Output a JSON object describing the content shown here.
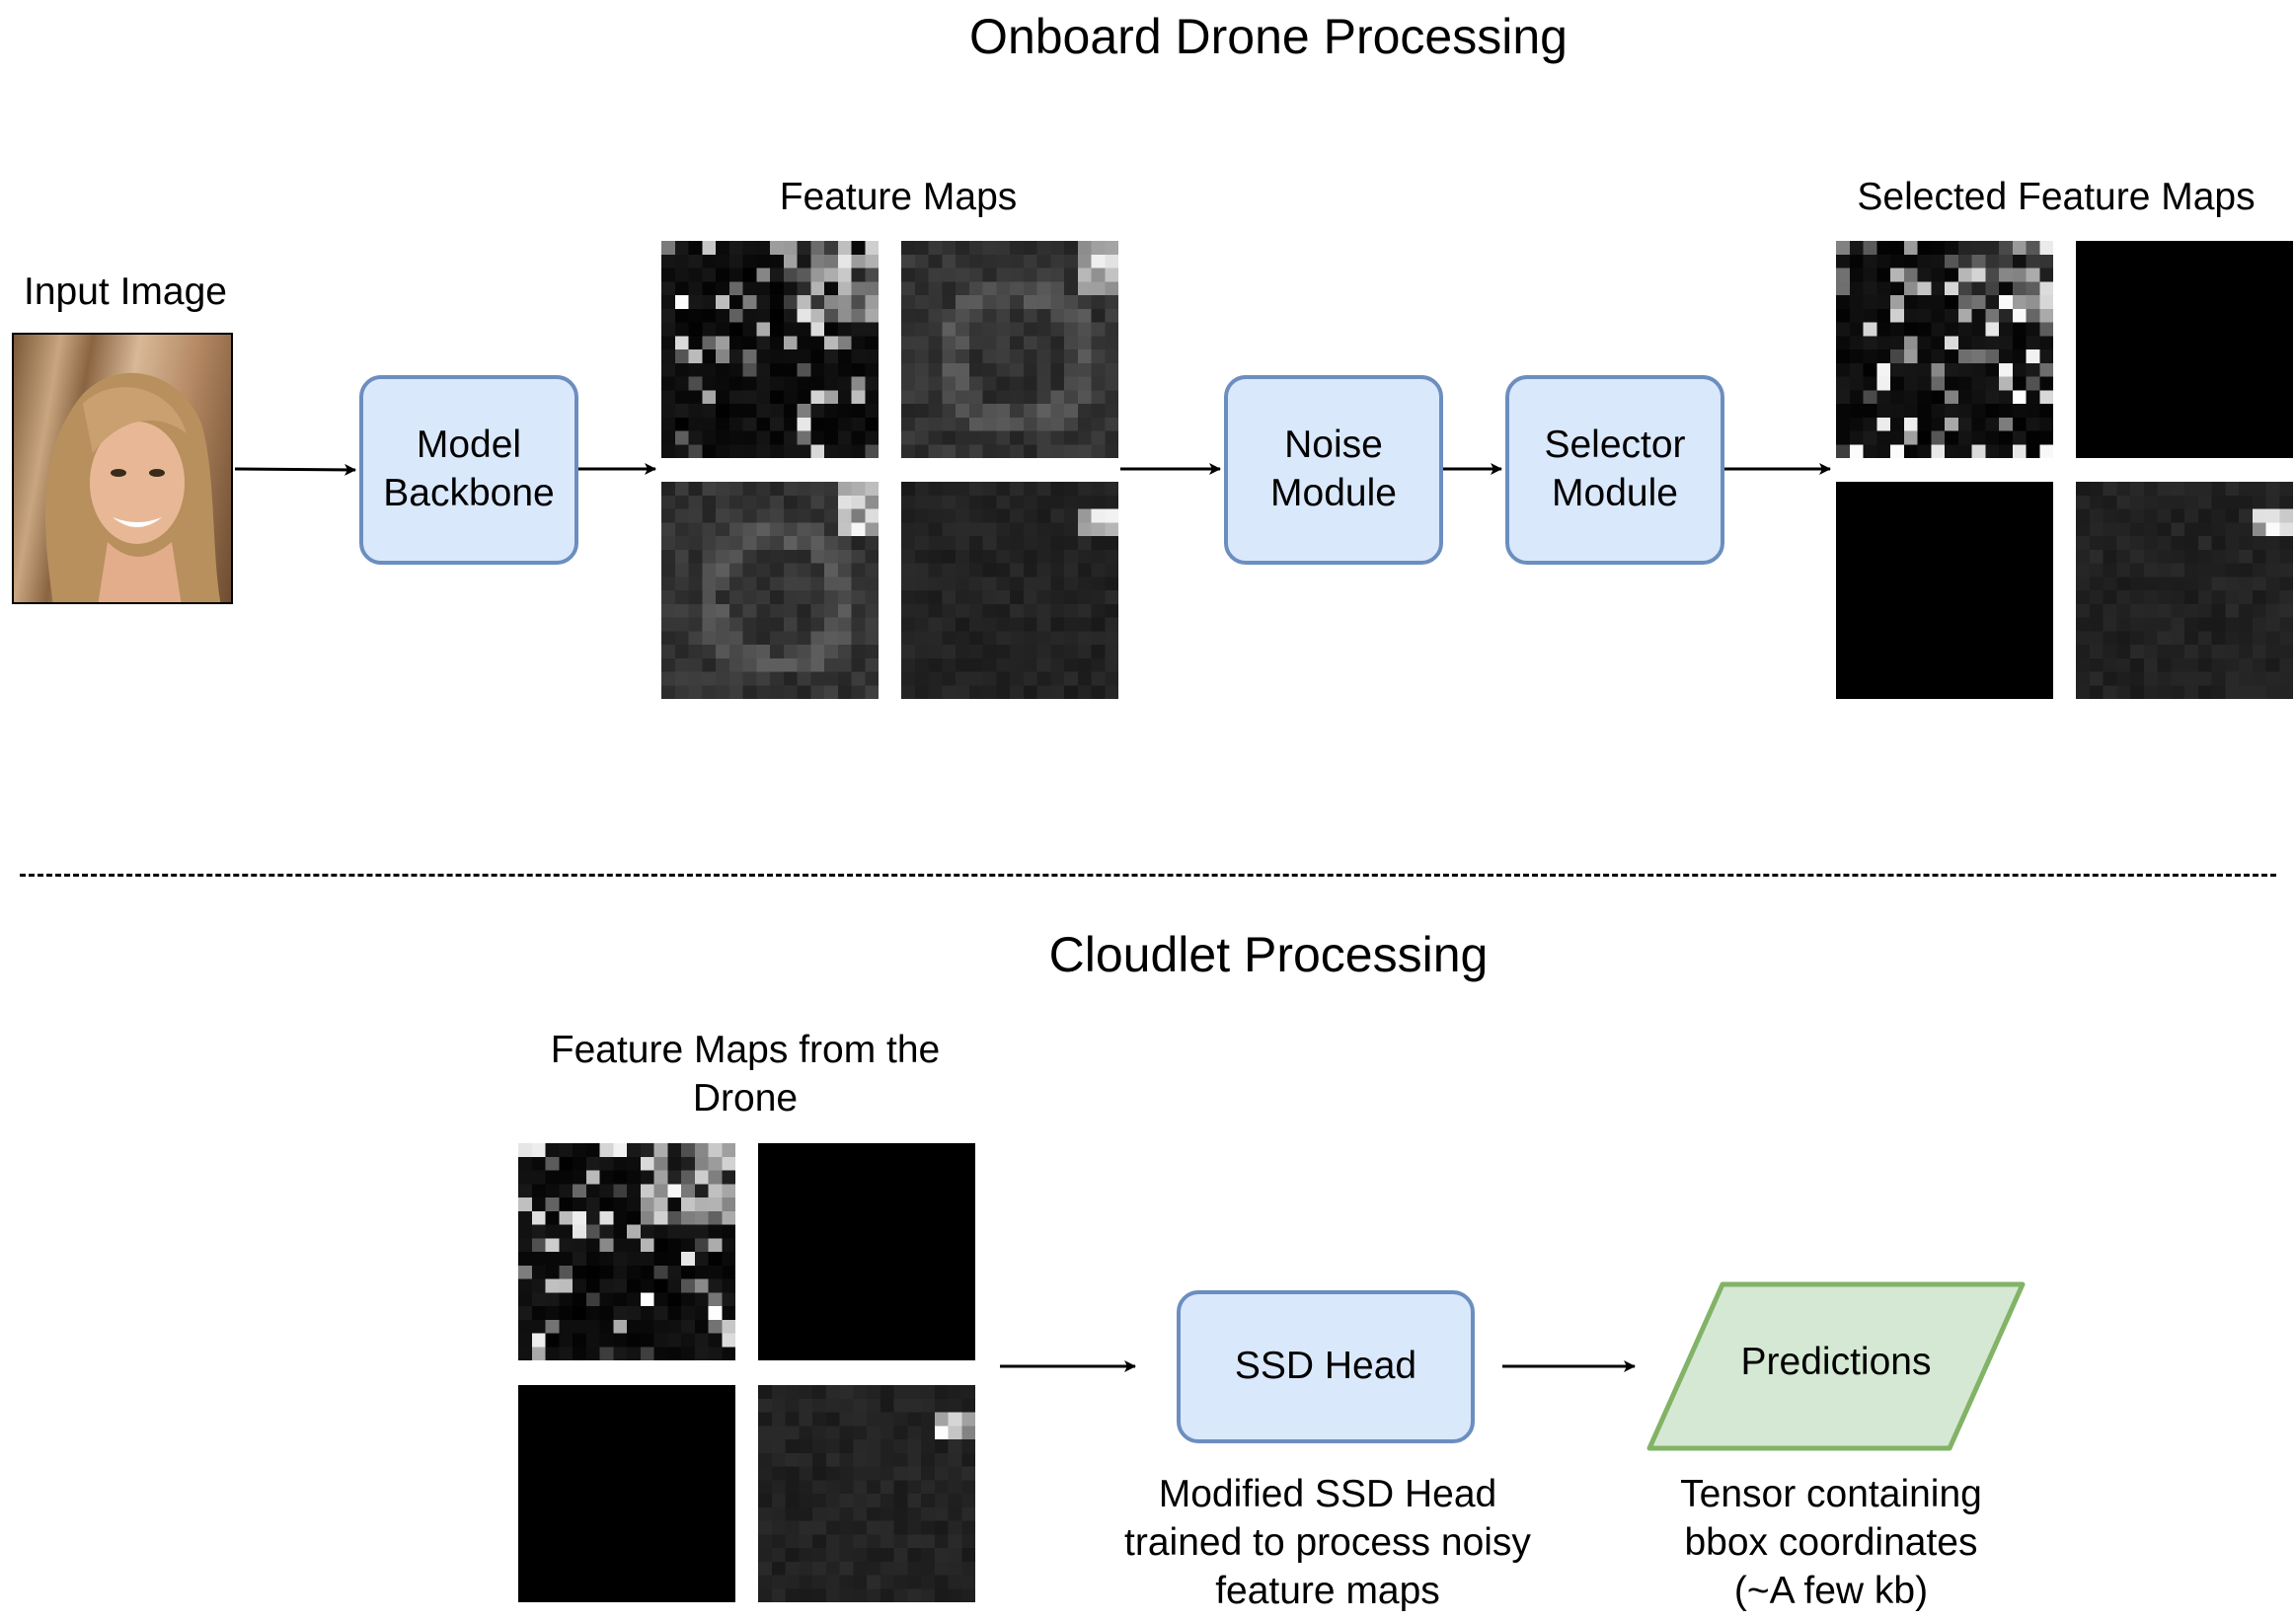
{
  "onboard": {
    "title": "Onboard Drone Processing",
    "input_label": "Input Image",
    "feature_maps_label": "Feature Maps",
    "selected_label": "Selected Feature Maps",
    "model_backbone": "Model Backbone",
    "noise_module": "Noise Module",
    "selector_module": "Selector Module"
  },
  "cloudlet": {
    "title": "Cloudlet Processing",
    "feature_maps_label": "Feature Maps from the Drone",
    "ssd_head": "SSD Head",
    "ssd_caption": "Modified SSD Head trained to process noisy feature maps",
    "predictions": "Predictions",
    "predictions_caption": "Tensor containing bbox coordinates (~A few kb)"
  },
  "colors": {
    "module_fill": "#dae8fc",
    "module_border": "#6c8ebf",
    "predictions_fill": "#d5e8d4",
    "predictions_border": "#82b366"
  }
}
